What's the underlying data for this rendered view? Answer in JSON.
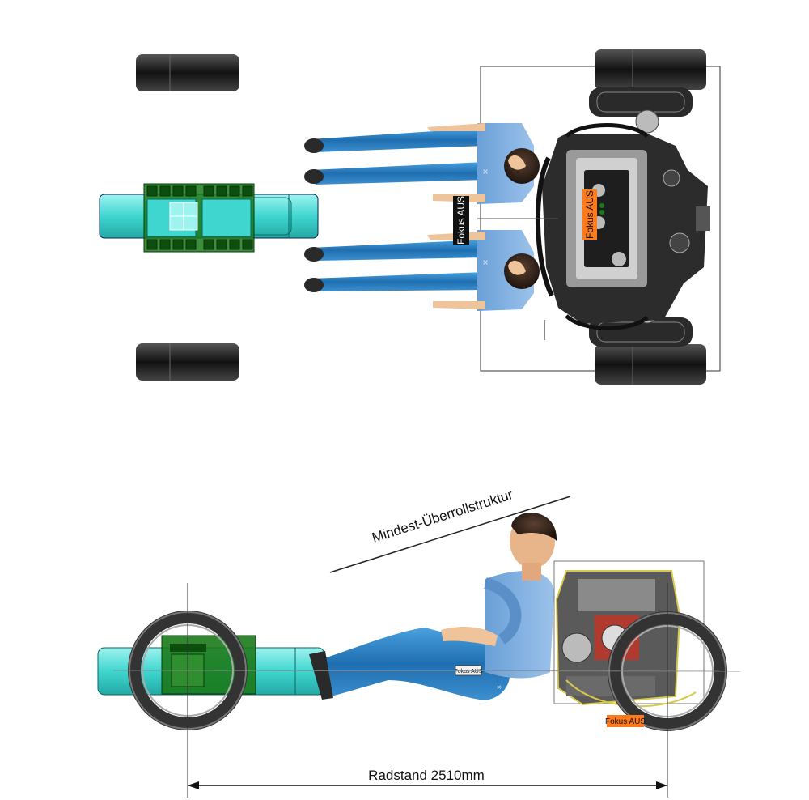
{
  "labels": {
    "focus_top_engine": "Fokus AUS",
    "focus_top_seat": "Fokus AUS",
    "focus_side_engine": "Fokus AUS",
    "focus_side_seat": "Fokus AUS",
    "rollover": "Mindest-Überrollstruktur",
    "wheelbase": "Radstand 2510mm"
  },
  "colors": {
    "tank": "#3fd6d0",
    "battery": "#1a7a1a",
    "suit": "#2e86c8",
    "tire": "#222222",
    "focus_tag": "#ff7a1a",
    "engine_block": "#5a5a5a"
  }
}
